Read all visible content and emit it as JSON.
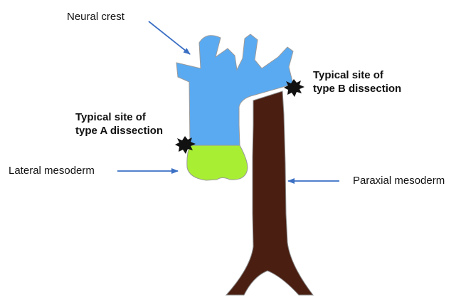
{
  "labels": {
    "neural_crest": "Neural crest",
    "lateral_mesoderm": "Lateral mesoderm",
    "paraxial_mesoderm": "Paraxial mesoderm",
    "type_a": [
      "Typical site of",
      "type A dissection"
    ],
    "type_b": [
      "Typical site of",
      "type B dissection"
    ]
  },
  "colors": {
    "neural_crest": "#5aaaf2",
    "lateral_mesoderm": "#a8ef34",
    "paraxial_mesoderm": "#4a1f12",
    "arrow": "#3a6fc4",
    "outline": "#999999",
    "burst": "#111111"
  },
  "icons": [
    "dissection-burst-icon",
    "arrow-icon"
  ]
}
